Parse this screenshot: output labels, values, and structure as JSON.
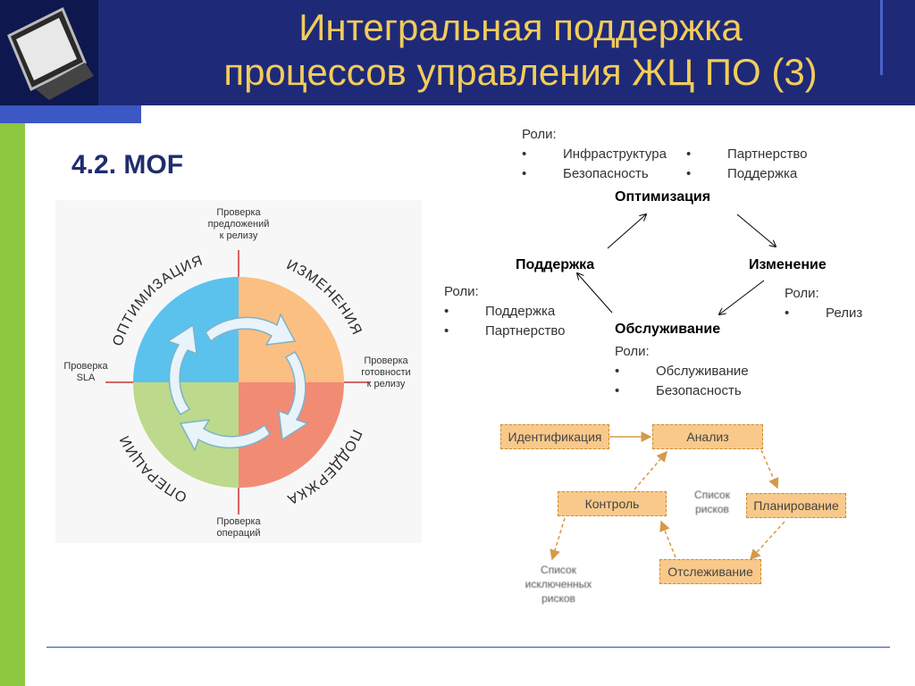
{
  "slide": {
    "title_line1": "Интегральная поддержка",
    "title_line2": "процессов управления ЖЦ ПО (3)",
    "subtitle": "4.2. MOF"
  },
  "mof_wheel": {
    "quadrants": {
      "optimization": "ОПТИМИЗАЦИЯ",
      "changes": "ИЗМЕНЕНИЯ",
      "operations": "ОПЕРАЦИИ",
      "support": "ПОДДЕРЖКА"
    },
    "checkpoints": {
      "top_line1": "Проверка",
      "top_line2": "предложений",
      "top_line3": "к релизу",
      "right_line1": "Проверка",
      "right_line2": "готовности",
      "right_line3": "к релизу",
      "bottom_line1": "Проверка",
      "bottom_line2": "операций",
      "left_line1": "Проверка",
      "left_line2": "SLA"
    },
    "colors": {
      "optimization": "#5bc2ee",
      "changes": "#fbbf82",
      "operations": "#f28b74",
      "support": "#bcd98c"
    }
  },
  "roles_diagram": {
    "nodes": {
      "optimization": "Оптимизация",
      "support": "Поддержка",
      "change": "Изменение",
      "service": "Обслуживание"
    },
    "roles_label": "Роли:",
    "bullet": "•",
    "optimization_roles": [
      "Инфраструктура",
      "Безопасность",
      "Партнерство",
      "Поддержка"
    ],
    "support_roles": [
      "Поддержка",
      "Партнерство"
    ],
    "change_roles": [
      "Релиз"
    ],
    "service_roles": [
      "Обслуживание",
      "Безопасность"
    ]
  },
  "risk_diagram": {
    "boxes": {
      "identification": "Идентификация",
      "analysis": "Анализ",
      "control": "Контроль",
      "planning": "Планирование",
      "tracking": "Отслеживание"
    },
    "center_line1": "Список",
    "center_line2": "рисков",
    "side_line1": "Список",
    "side_line2": "исключенных",
    "side_line3": "рисков"
  }
}
